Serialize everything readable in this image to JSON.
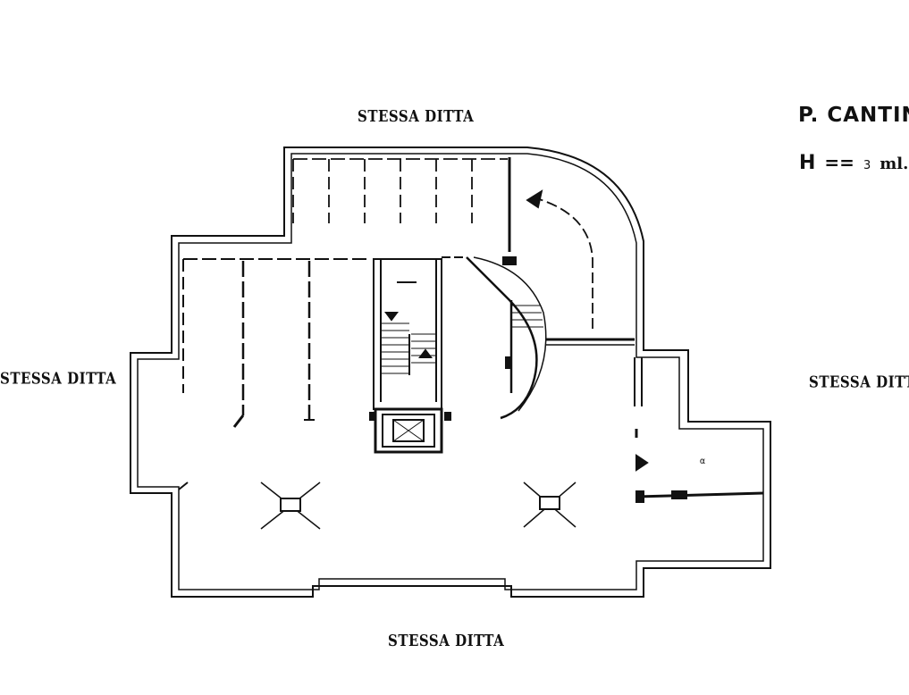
{
  "title": "P. CANTIN",
  "height": {
    "symbol": "H",
    "equals": "==",
    "value": "3",
    "unit": "ml."
  },
  "labels": {
    "top": "STESSA DITTA",
    "left": "STESSA DITTA",
    "right": "STESSA DITTA",
    "bottom": "STESSA DITTA"
  },
  "room_mark": "α"
}
